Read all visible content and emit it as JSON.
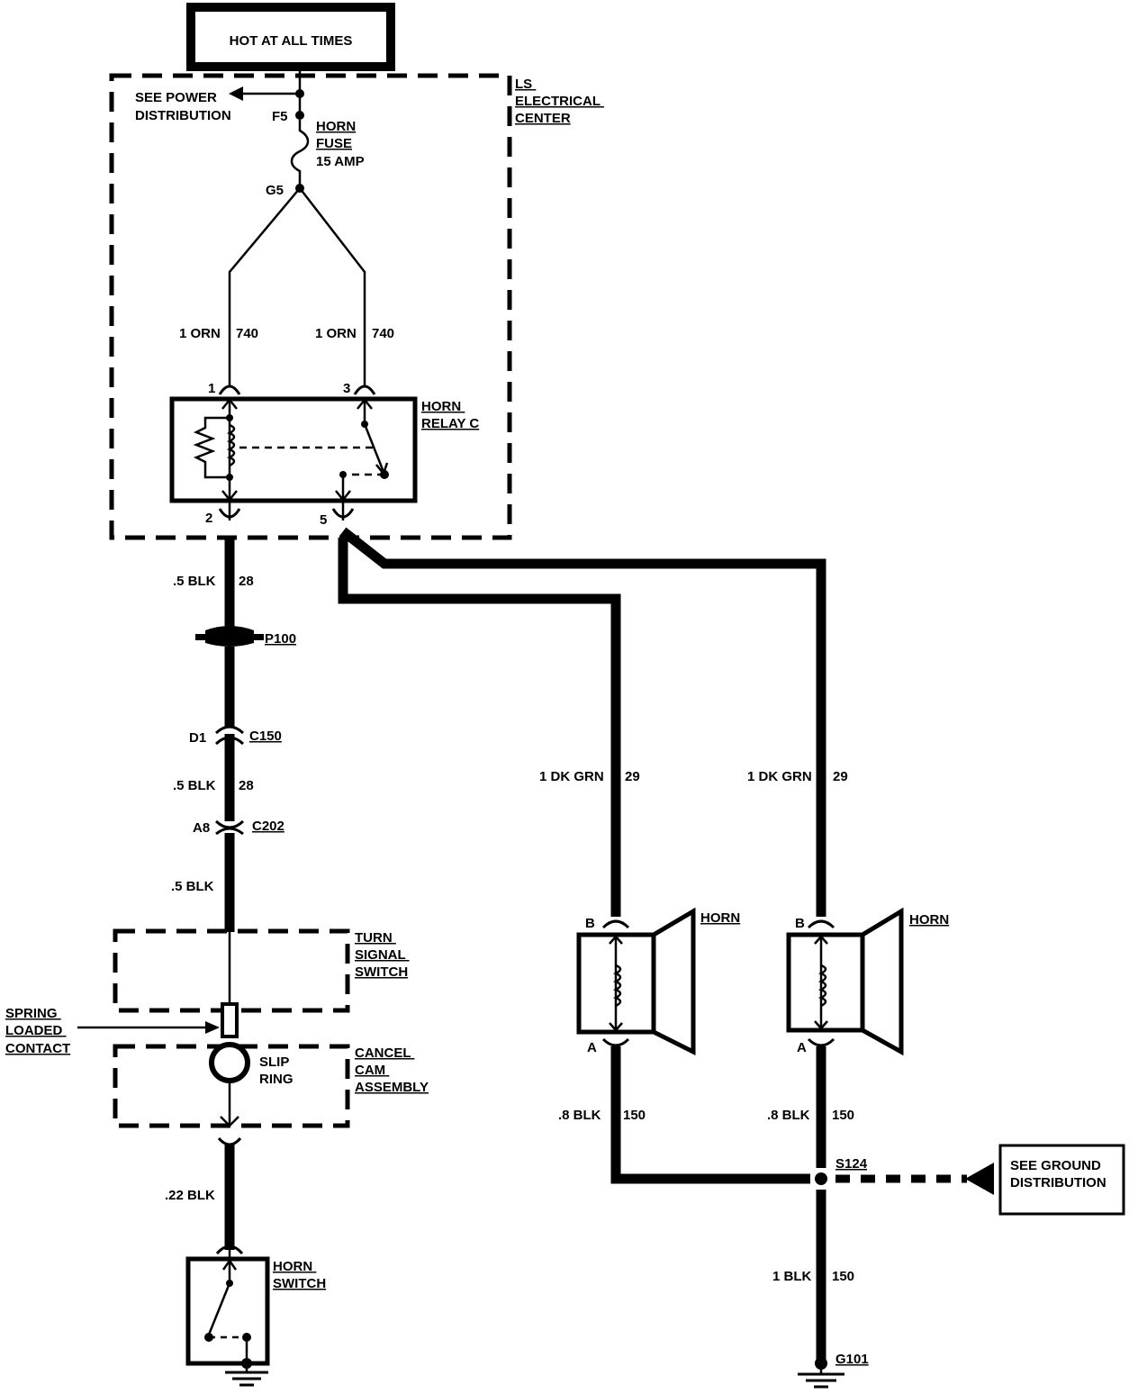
{
  "header_box": "HOT AT ALL TIMES",
  "electrical_center": [
    "LS",
    "ELECTRICAL",
    "CENTER"
  ],
  "power_ref": [
    "SEE POWER",
    "DISTRIBUTION"
  ],
  "fuse": {
    "top_terminal": "F5",
    "name": [
      "HORN",
      "FUSE"
    ],
    "rating": "15 AMP",
    "bottom_terminal": "G5"
  },
  "relay_feed_left": {
    "gauge_color": "1 ORN",
    "circuit": "740"
  },
  "relay_feed_right": {
    "gauge_color": "1 ORN",
    "circuit": "740"
  },
  "relay": {
    "name": [
      "HORN",
      "RELAY C"
    ],
    "pin_1": "1",
    "pin_3": "3",
    "pin_2": "2",
    "pin_5": "5"
  },
  "wire_28_upper": {
    "gauge_color": ".5 BLK",
    "circuit": "28"
  },
  "p100": "P100",
  "c150": {
    "pin": "D1",
    "name": "C150"
  },
  "wire_28_lower": {
    "gauge_color": ".5 BLK",
    "circuit": "28"
  },
  "c202": {
    "pin": "A8",
    "name": "C202"
  },
  "wire_blk": {
    "gauge_color": ".5 BLK"
  },
  "turn_signal_switch": [
    "TURN",
    "SIGNAL",
    "SWITCH"
  ],
  "spring_contact": [
    "SPRING",
    "LOADED",
    "CONTACT"
  ],
  "slip_ring": [
    "SLIP",
    "RING"
  ],
  "cancel_cam": [
    "CANCEL",
    "CAM",
    "ASSEMBLY"
  ],
  "wire_22": {
    "gauge_color": ".22 BLK"
  },
  "horn_switch": [
    "HORN",
    "SWITCH"
  ],
  "horn_left": {
    "name": "HORN",
    "pin_b": "B",
    "pin_a": "A",
    "feed": {
      "gauge_color": "1 DK GRN",
      "circuit": "29"
    },
    "ground": {
      "gauge_color": ".8 BLK",
      "circuit": "150"
    }
  },
  "horn_right": {
    "name": "HORN",
    "pin_b": "B",
    "pin_a": "A",
    "feed": {
      "gauge_color": "1 DK GRN",
      "circuit": "29"
    },
    "ground": {
      "gauge_color": ".8 BLK",
      "circuit": "150"
    }
  },
  "splice": "S124",
  "ground_ref": [
    "SEE GROUND",
    "DISTRIBUTION"
  ],
  "ground_wire": {
    "gauge_color": "1 BLK",
    "circuit": "150"
  },
  "ground_point": "G101"
}
